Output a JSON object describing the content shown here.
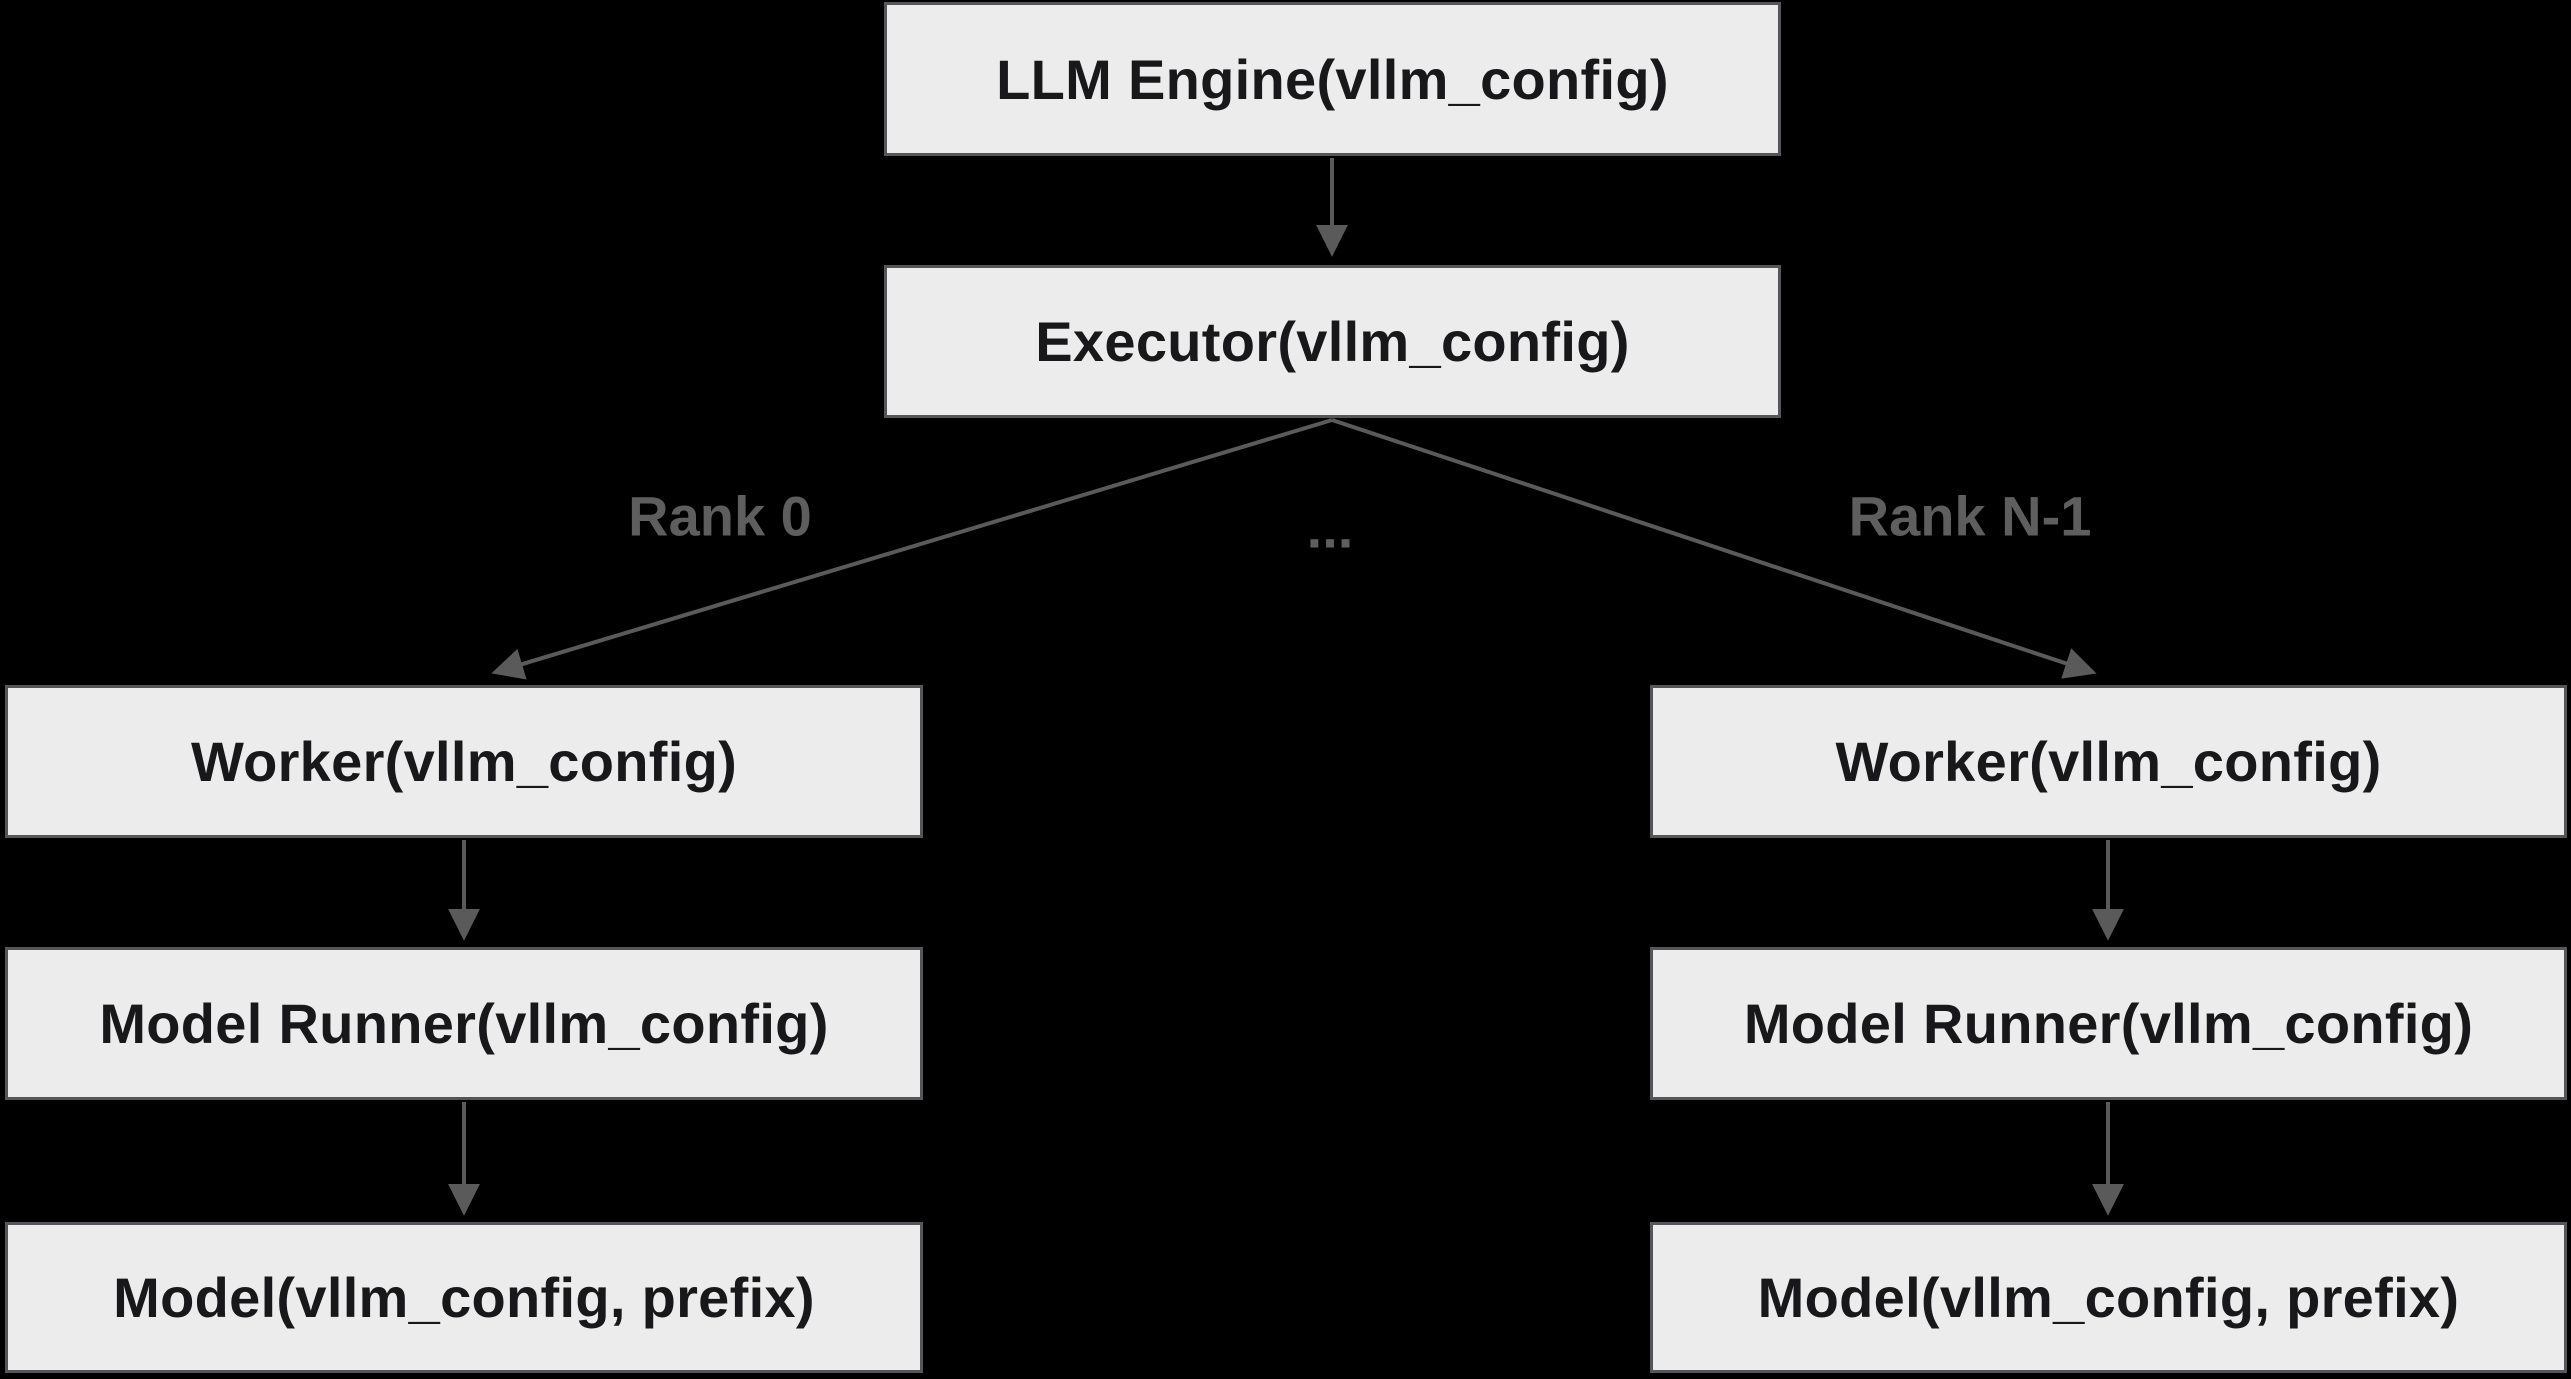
{
  "diagram": {
    "colors": {
      "background": "#000000",
      "node_fill": "#ececec",
      "node_border": "#54565a",
      "node_text": "#18181b",
      "edge": "#5a5a5a",
      "edge_label": "#5e5e5e"
    },
    "nodes": {
      "llm_engine": {
        "label": "LLM Engine(vllm_config)"
      },
      "executor": {
        "label": "Executor(vllm_config)"
      },
      "worker_left": {
        "label": "Worker(vllm_config)"
      },
      "worker_right": {
        "label": "Worker(vllm_config)"
      },
      "model_runner_left": {
        "label": "Model Runner(vllm_config)"
      },
      "model_runner_right": {
        "label": "Model Runner(vllm_config)"
      },
      "model_left": {
        "label": "Model(vllm_config, prefix)"
      },
      "model_right": {
        "label": "Model(vllm_config, prefix)"
      }
    },
    "edge_labels": {
      "rank0": "Rank 0",
      "ellipsis": "...",
      "rank_n_minus_1": "Rank N-1"
    }
  }
}
